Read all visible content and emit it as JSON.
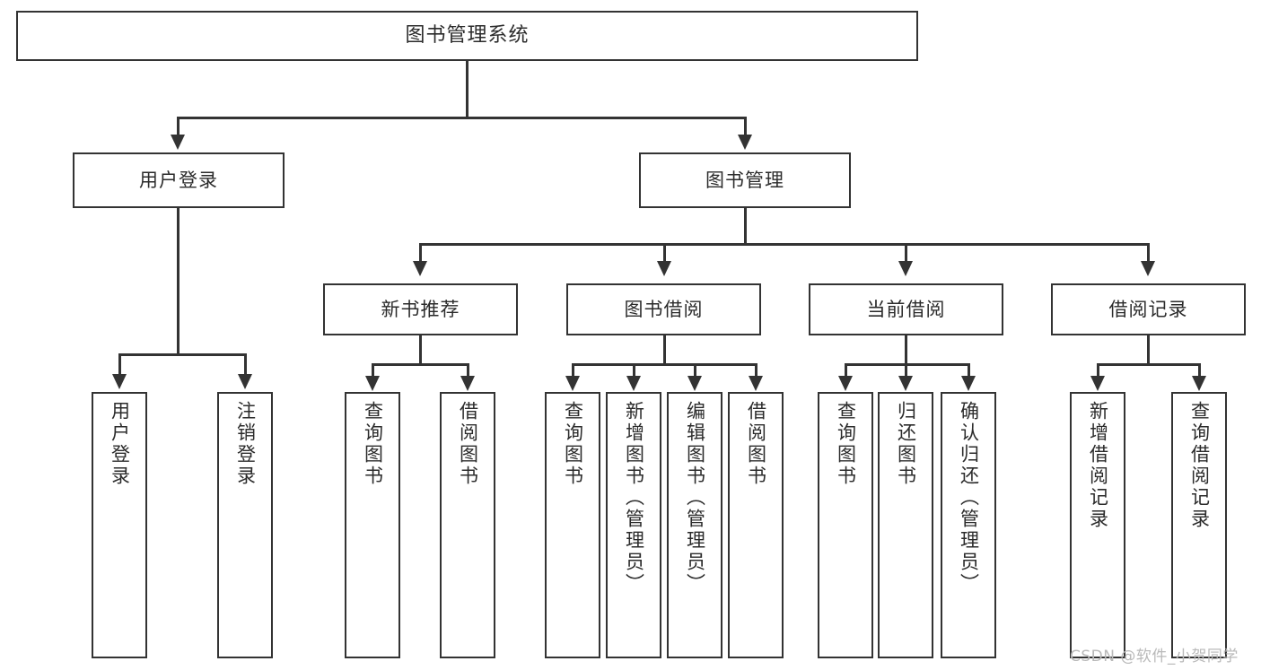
{
  "diagram": {
    "title": "图书管理系统",
    "type": "hierarchy-tree",
    "watermark": "CSDN @软件_小贺同学",
    "colors": {
      "stroke": "#333333",
      "fill": "#ffffff",
      "text": "#2b2b2b",
      "watermark": "#b9b9b9"
    },
    "root": {
      "label": "图书管理系统"
    },
    "level1": [
      {
        "label": "用户登录"
      },
      {
        "label": "图书管理"
      }
    ],
    "level2": [
      {
        "label": "新书推荐"
      },
      {
        "label": "图书借阅"
      },
      {
        "label": "当前借阅"
      },
      {
        "label": "借阅记录"
      }
    ],
    "leaves": {
      "user_login": [
        {
          "label": "用户登录"
        },
        {
          "label": "注销登录"
        }
      ],
      "new_book_recommend": [
        {
          "label": "查询图书"
        },
        {
          "label": "借阅图书"
        }
      ],
      "book_borrow": [
        {
          "label": "查询图书"
        },
        {
          "label": "新增图书（管理员）"
        },
        {
          "label": "编辑图书（管理员）"
        },
        {
          "label": "借阅图书"
        }
      ],
      "current_borrow": [
        {
          "label": "查询图书"
        },
        {
          "label": "归还图书"
        },
        {
          "label": "确认归还（管理员）"
        }
      ],
      "borrow_records": [
        {
          "label": "新增借阅记录"
        },
        {
          "label": "查询借阅记录"
        }
      ]
    }
  }
}
